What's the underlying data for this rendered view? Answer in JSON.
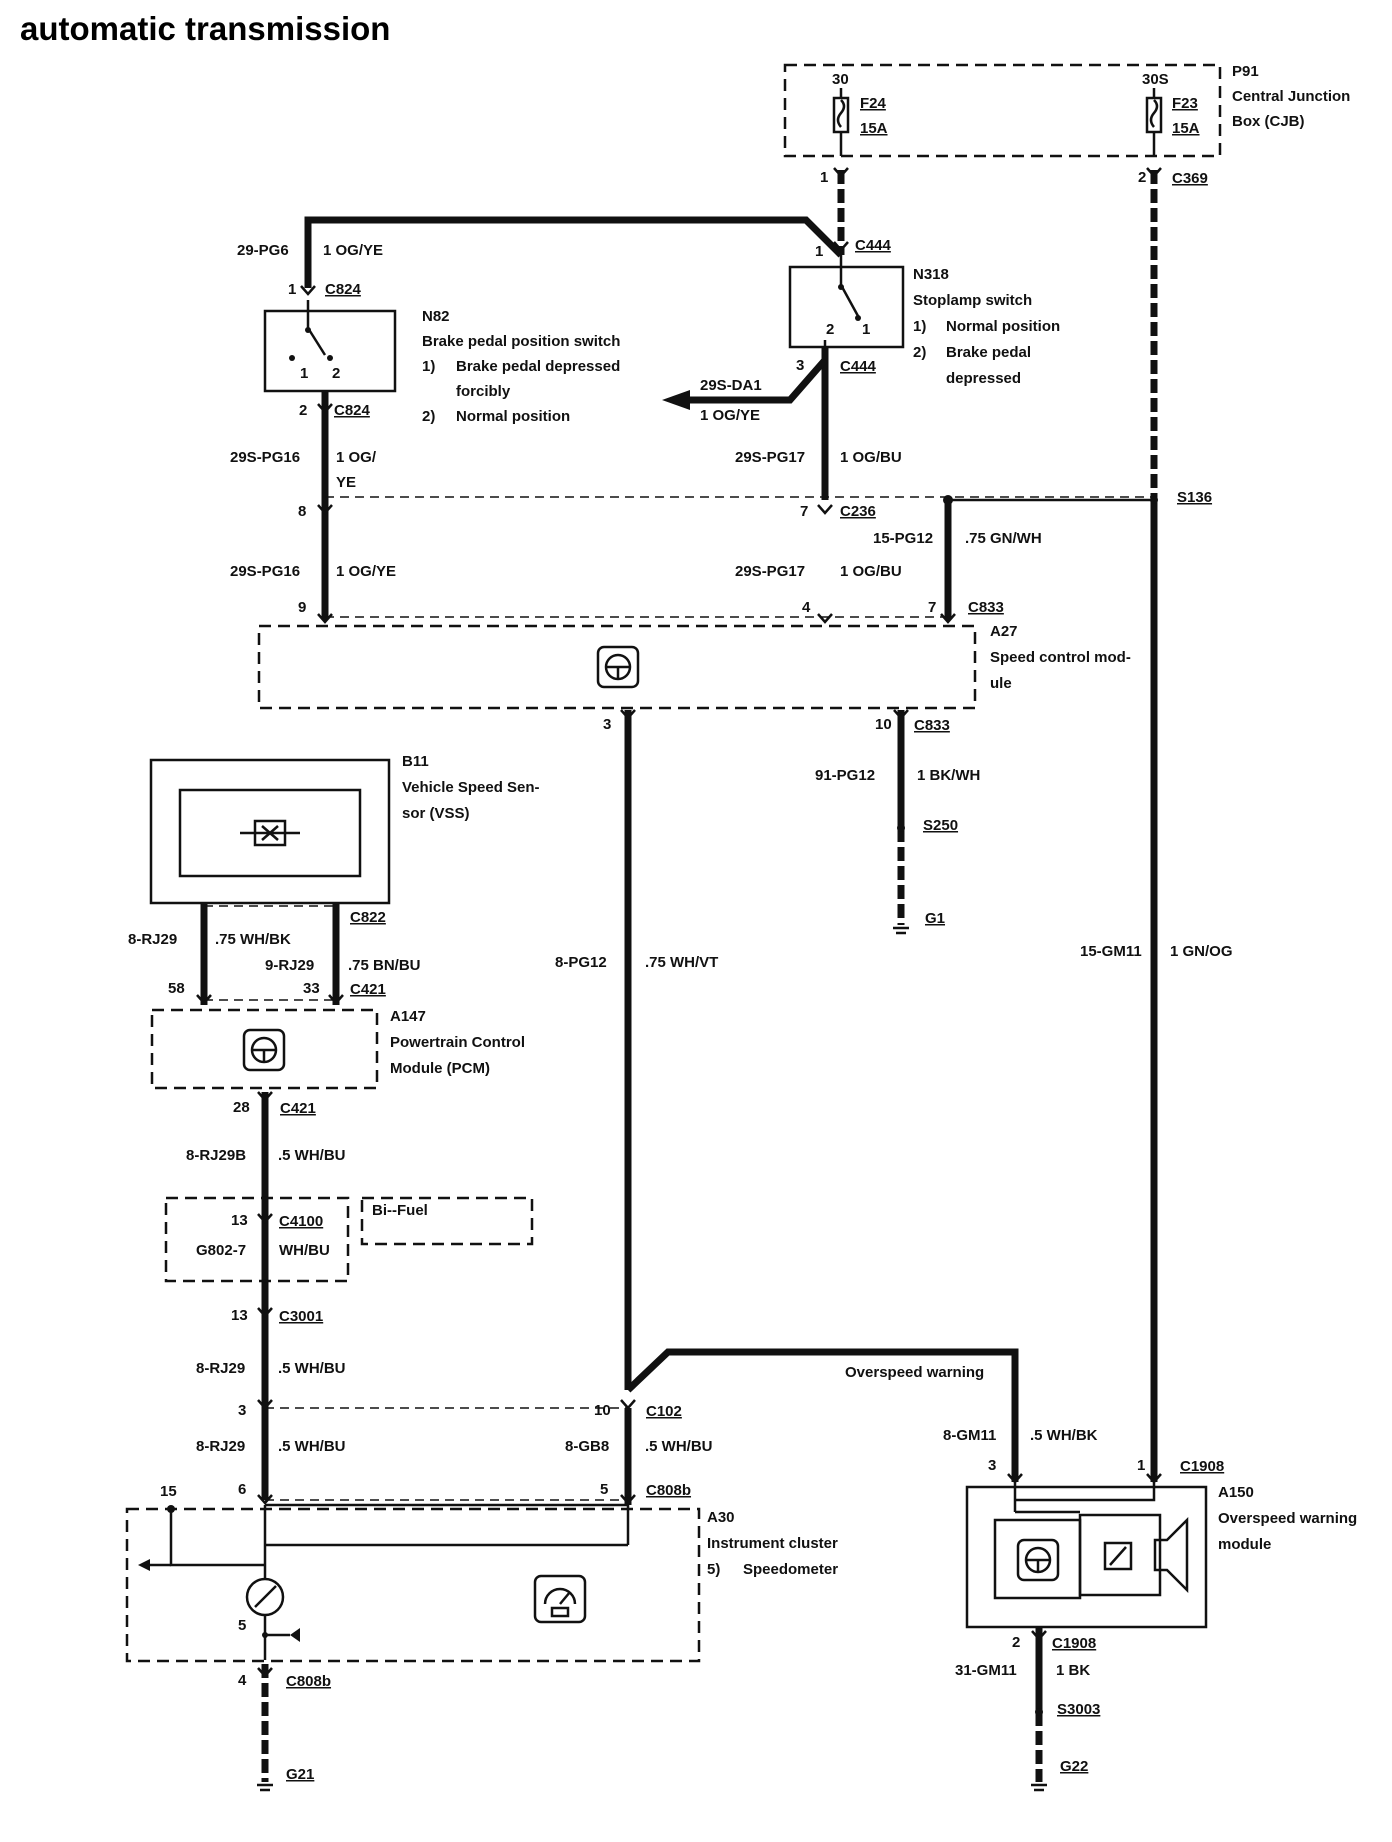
{
  "title": "automatic transmission",
  "components": {
    "p91": {
      "id": "P91",
      "name1": "Central Junction",
      "name2": "Box (CJB)"
    },
    "f24": {
      "id": "F24",
      "rating": "15A",
      "pin": "30"
    },
    "f23": {
      "id": "F23",
      "rating": "15A",
      "pin": "30S"
    },
    "n318": {
      "id": "N318",
      "name": "Stoplamp switch",
      "n1": "1)",
      "s1": "Normal position",
      "n2": "2)",
      "s2a": "Brake pedal",
      "s2b": "depressed",
      "c1": "2",
      "c2": "1"
    },
    "n82": {
      "id": "N82",
      "name": "Brake pedal position switch",
      "n1": "1)",
      "s1a": "Brake pedal depressed",
      "s1b": "forcibly",
      "n2": "2)",
      "s2": "Normal position",
      "c1": "1",
      "c2": "2"
    },
    "a27": {
      "id": "A27",
      "name1": "Speed control mod-",
      "name2": "ule"
    },
    "b11": {
      "id": "B11",
      "name1": "Vehicle Speed Sen-",
      "name2": "sor (VSS)"
    },
    "a147": {
      "id": "A147",
      "name1": "Powertrain Control",
      "name2": "Module (PCM)"
    },
    "bifuel": {
      "label": "Bi--Fuel"
    },
    "a30": {
      "id": "A30",
      "name": "Instrument cluster",
      "n5": "5)",
      "s5": "Speedometer",
      "p15": "15",
      "p5": "5"
    },
    "a150": {
      "id": "A150",
      "name1": "Overspeed warning",
      "name2": "module"
    }
  },
  "connectors": {
    "c369_1": "1",
    "c369_2": "2",
    "c369": "C369",
    "c444_1": "1",
    "c444_top": "C444",
    "c444_3": "3",
    "c444_bot": "C444",
    "c824_1": "1",
    "c824_top": "C824",
    "c824_2": "2",
    "c824_bot": "C824",
    "c236_8": "8",
    "c236_7": "7",
    "c236": "C236",
    "s136": "S136",
    "c833_9": "9",
    "c833_4": "4",
    "c833_7": "7",
    "c833_top": "C833",
    "a27_3": "3",
    "c833_10": "10",
    "c833_bot": "C833",
    "s250": "S250",
    "g1": "G1",
    "c822": "C822",
    "c421_58": "58",
    "c421_33": "33",
    "c421_top": "C421",
    "c421_28": "28",
    "c421_bot": "C421",
    "c4100_13": "13",
    "c4100": "C4100",
    "g802": "G802-7",
    "g802_color": "WH/BU",
    "c3001_13": "13",
    "c3001": "C3001",
    "c102_3": "3",
    "c102_10": "10",
    "c102": "C102",
    "c808b_6": "6",
    "c808b_5": "5",
    "c808b_top": "C808b",
    "c808b_4": "4",
    "c808b_bot": "C808b",
    "g21": "G21",
    "c1908_3": "3",
    "c1908_1": "1",
    "c1908_top": "C1908",
    "c1908_2": "2",
    "c1908_bot": "C1908",
    "s3003": "S3003",
    "g22": "G22"
  },
  "wires": {
    "w29pg6": "29-PG6",
    "w29pg6c": "1 OG/YE",
    "w29sda1": "29S-DA1",
    "w29sda1c": "1 OG/YE",
    "w29spg16a": "29S-PG16",
    "w29spg16ac1": "1 OG/",
    "w29spg16ac2": "YE",
    "w29spg17a": "29S-PG17",
    "w29spg17ac": "1 OG/BU",
    "w15pg12": "15-PG12",
    "w15pg12c": ".75 GN/WH",
    "w29spg16b": "29S-PG16",
    "w29spg16bc": "1 OG/YE",
    "w29spg17b": "29S-PG17",
    "w29spg17bc": "1 OG/BU",
    "w91pg12": "91-PG12",
    "w91pg12c": "1 BK/WH",
    "w8rj29a": "8-RJ29",
    "w8rj29ac": ".75 WH/BK",
    "w9rj29": "9-RJ29",
    "w9rj29c": ".75 BN/BU",
    "w8pg12": "8-PG12",
    "w8pg12c": ".75 WH/VT",
    "w15gm11": "15-GM11",
    "w15gm11c": "1 GN/OG",
    "w8rj29b": "8-RJ29B",
    "w8rj29bc": ".5 WH/BU",
    "w8rj29c": "8-RJ29",
    "w8rj29cc": ".5 WH/BU",
    "w8rj29d": "8-RJ29",
    "w8rj29dc": ".5 WH/BU",
    "w8gb8": "8-GB8",
    "w8gb8c": ".5 WH/BU",
    "overspeed": "Overspeed warning",
    "w8gm11": "8-GM11",
    "w8gm11c": ".5 WH/BK",
    "w31gm11": "31-GM11",
    "w31gm11c": "1 BK"
  }
}
